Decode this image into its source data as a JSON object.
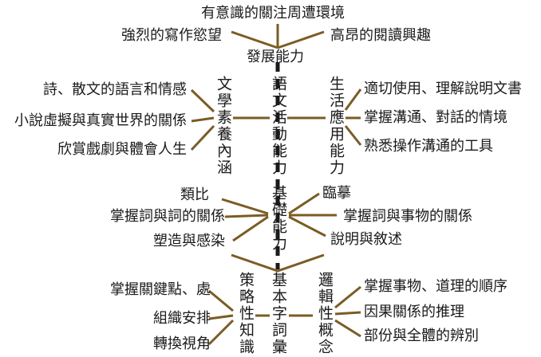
{
  "colors": {
    "branch": "#7b5c22",
    "trunk": "#1a1a1a",
    "text": "#1a1a1a"
  },
  "top": {
    "node": "發展能力",
    "top_item": "有意識的關注周遭環境",
    "left_item": "強烈的寫作慾望",
    "right_item": "高昂的閱讀興趣"
  },
  "language": {
    "center": "語文活動能力",
    "literary": {
      "title": "文學素養內涵",
      "items": [
        "詩、散文的語言和情感",
        "小說虛擬與真實世界的關係",
        "欣賞戲劇與體會人生"
      ]
    },
    "life": {
      "title": "生活應用能力",
      "items": [
        "適切使用、理解說明文書",
        "掌握溝通、對話的情境",
        "熟悉操作溝通的工具"
      ]
    }
  },
  "basic": {
    "center": "基礎能力",
    "left_items": [
      "類比",
      "掌握詞與詞的關係",
      "塑造與感染"
    ],
    "right_items": [
      "臨摹",
      "掌握詞與事物的關係",
      "說明與敘述"
    ]
  },
  "vocab": {
    "center": "基本字詞彙",
    "strategy": {
      "title": "策略性知識",
      "items": [
        "掌握關鍵點、處",
        "組織安排",
        "轉換視角"
      ]
    },
    "logic": {
      "title": "邏輯性概念",
      "items": [
        "掌握事物、道理的順序",
        "因果關係的推理",
        "部份與全體的辨別"
      ]
    }
  }
}
